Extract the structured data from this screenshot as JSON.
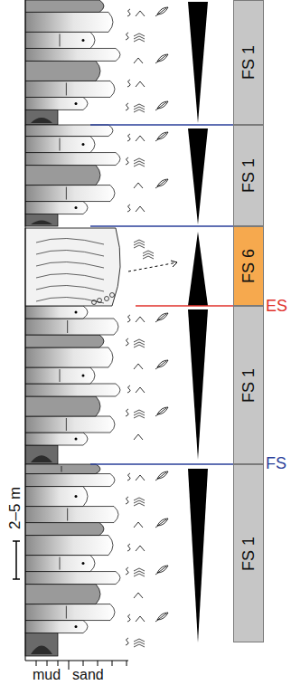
{
  "diagram": {
    "nodes": [
      {
        "text": [
          "FS 1"
        ]
      },
      {
        "text": [
          "FS 1"
        ]
      },
      {
        "text": [
          "FS 6"
        ]
      },
      {
        "text": [
          "FS 1"
        ]
      },
      {
        "text": [
          "FS 1"
        ]
      }
    ],
    "labels": [
      "ES",
      "FS",
      "2–5 m",
      "mud",
      "sand"
    ]
  }
}
